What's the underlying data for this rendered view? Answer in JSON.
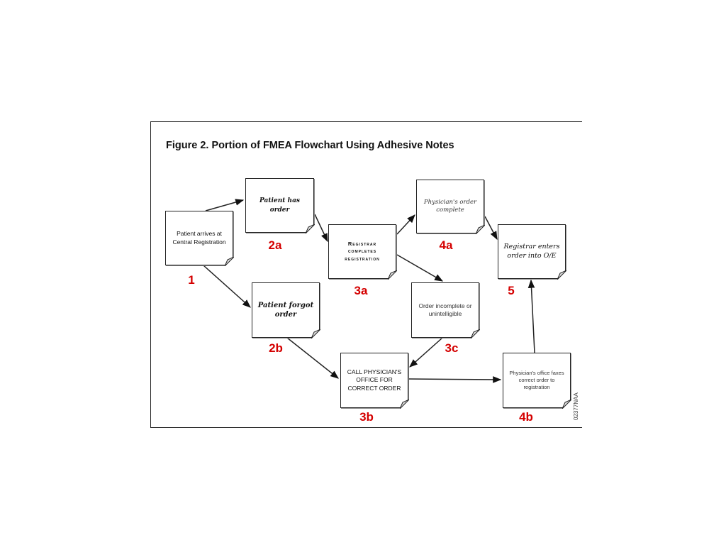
{
  "title": "Figure 2. Portion of FMEA Flowchart Using Adhesive Notes",
  "notes": {
    "n1": {
      "text": "Patient arrives at Central Registration"
    },
    "n2a": {
      "text": "Patient has order"
    },
    "n2b": {
      "text": "Patient forgot order"
    },
    "n3a": {
      "text": "Registrar completes registration"
    },
    "n3b": {
      "text": "CALL PHYSICIAN'S OFFICE FOR CORRECT ORDER"
    },
    "n3c": {
      "text": "Order incomplete or unintelligible"
    },
    "n4a": {
      "text": "Physician's order complete"
    },
    "n4b": {
      "text": "Physician's office faxes correct order to registration"
    },
    "n5": {
      "text": "Registrar enters order into O/E"
    }
  },
  "steps": {
    "s1": "1",
    "s2a": "2a",
    "s2b": "2b",
    "s3a": "3a",
    "s3b": "3b",
    "s3c": "3c",
    "s4a": "4a",
    "s4b": "4b",
    "s5": "5"
  },
  "code": "02377NAA",
  "colors": {
    "step_label": "#d40000",
    "line": "#222222"
  }
}
